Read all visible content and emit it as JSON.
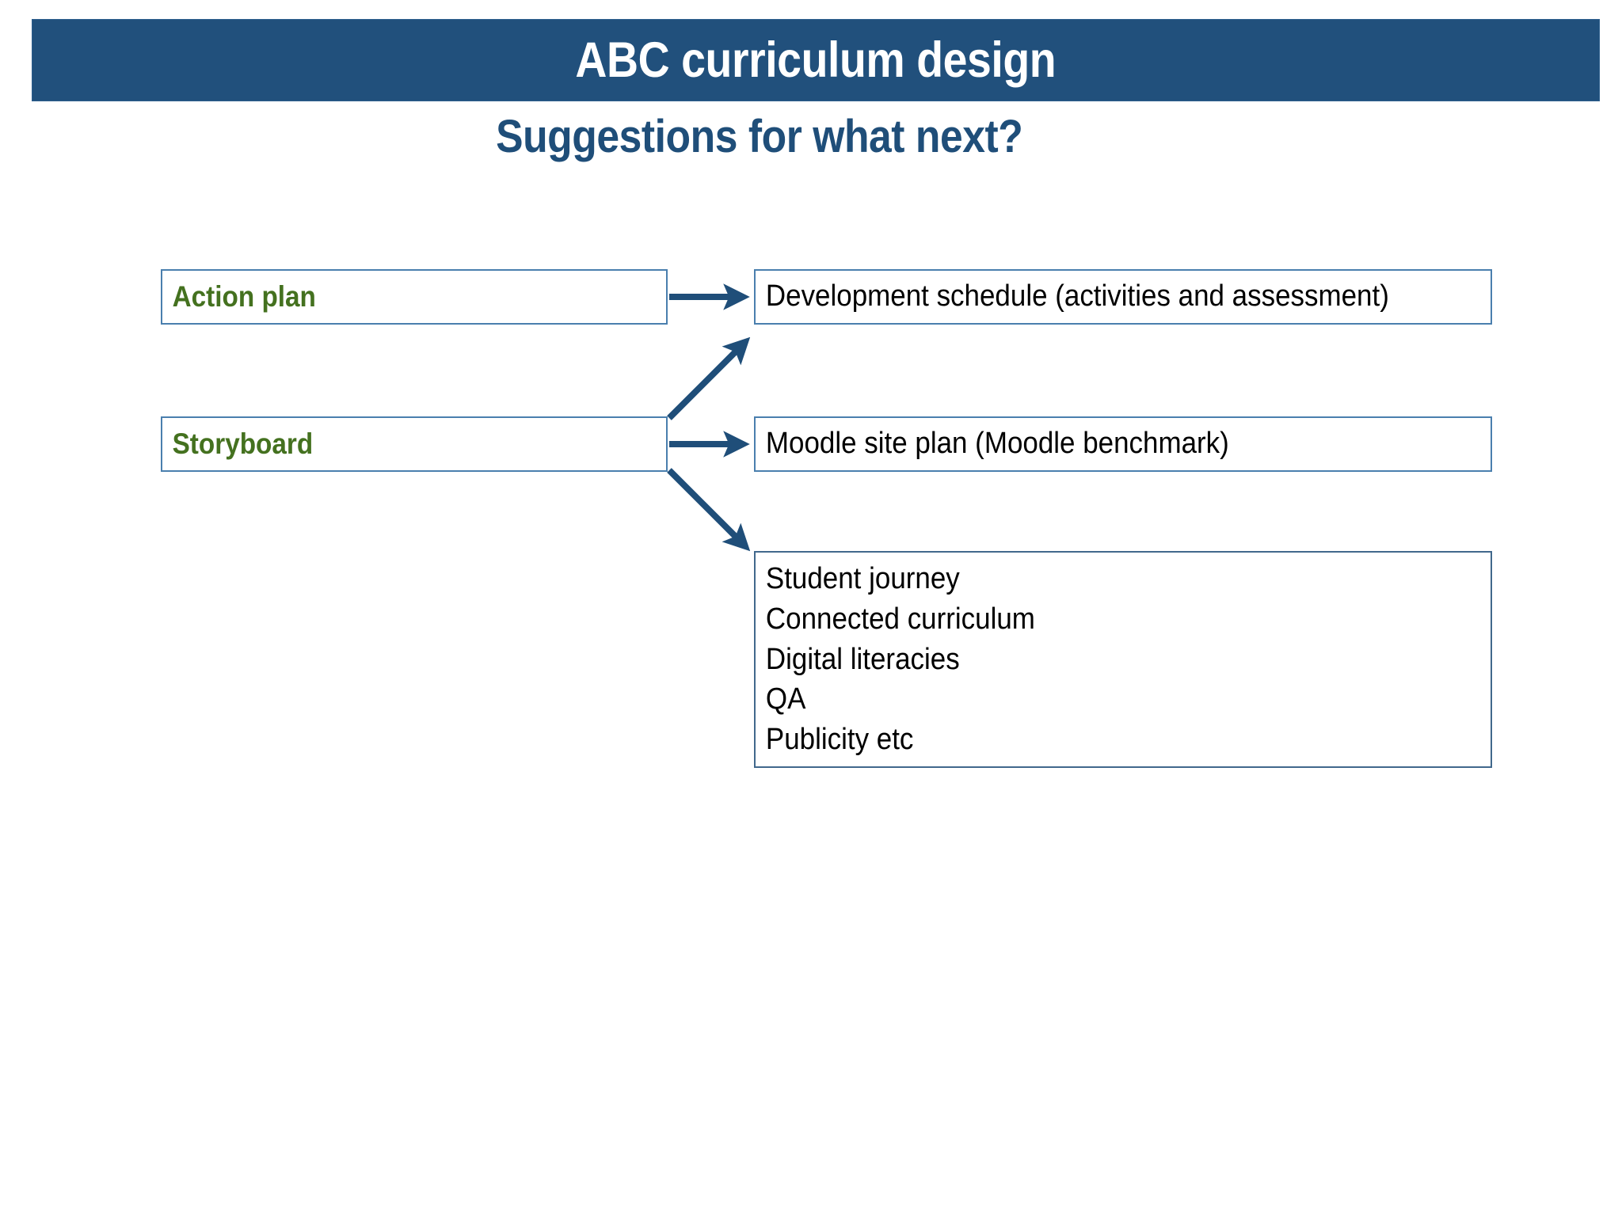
{
  "slide": {
    "title": "ABC curriculum design",
    "subtitle": "Suggestions for what next?",
    "colors": {
      "banner_bg": "#21507c",
      "title_text": "#ffffff",
      "subtitle_text": "#1f4e79",
      "box_border": "#4a7fae",
      "box_border_dark": "#41688c",
      "green_label": "#44711f",
      "body_text": "#000000",
      "arrow": "#1f4e79",
      "slide_bg": "#ffffff"
    }
  },
  "diagram": {
    "source_boxes": [
      {
        "id": "action-plan",
        "label": "Action plan"
      },
      {
        "id": "storyboard",
        "label": "Storyboard"
      }
    ],
    "target_boxes": [
      {
        "id": "dev-schedule",
        "label": "Development schedule (activities and assessment)"
      },
      {
        "id": "moodle",
        "label": "Moodle site plan (Moodle benchmark)"
      }
    ],
    "topics_box": {
      "id": "topics",
      "items": [
        "Student journey",
        "Connected curriculum",
        "Digital literacies",
        "QA",
        "Publicity etc"
      ]
    },
    "connectors": [
      {
        "id": "action-plan-to-dev-schedule",
        "from": "action-plan",
        "to": "dev-schedule",
        "kind": "straight-arrow"
      },
      {
        "id": "storyboard-to-dev-schedule",
        "from": "storyboard",
        "to": "dev-schedule",
        "kind": "diagonal-up-arrow"
      },
      {
        "id": "storyboard-to-moodle",
        "from": "storyboard",
        "to": "moodle",
        "kind": "straight-arrow"
      },
      {
        "id": "storyboard-to-topics",
        "from": "storyboard",
        "to": "topics",
        "kind": "diagonal-down-arrow"
      }
    ]
  }
}
